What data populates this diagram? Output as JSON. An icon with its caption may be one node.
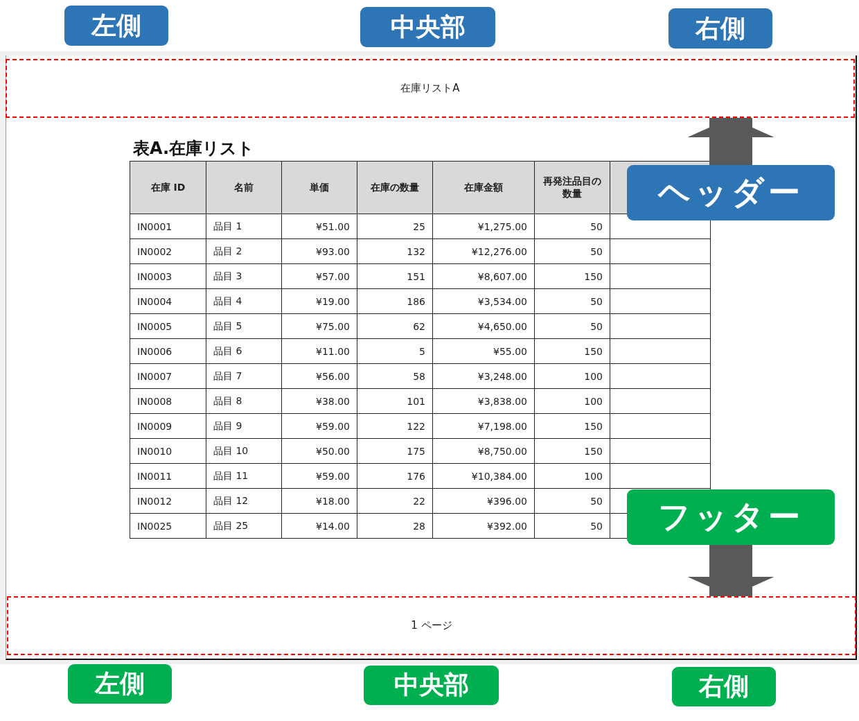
{
  "diagram": {
    "nodes": [
      {
        "text": [
          "左側"
        ]
      },
      {
        "text": [
          "中央部"
        ]
      },
      {
        "text": [
          "右側"
        ]
      },
      {
        "text": [
          "在庫リストA"
        ]
      },
      {
        "text": [
          "ヘッダー"
        ]
      },
      {
        "text": [
          "フッター"
        ]
      },
      {
        "text": [
          "1 ページ"
        ]
      },
      {
        "text": [
          "左側"
        ]
      },
      {
        "text": [
          "中央部"
        ]
      },
      {
        "text": [
          "右側"
        ]
      }
    ],
    "edges": [
      {
        "from": 4,
        "to": 3,
        "arrow": "to"
      },
      {
        "from": 5,
        "to": 6,
        "arrow": "to"
      }
    ],
    "labels": [
      "表A.在庫リスト",
      "在庫 ID",
      "名前",
      "単価",
      "在庫の数量",
      "在庫金額",
      "再発注品目の数量",
      "IN0001",
      "品目 1",
      "¥51.00",
      "25",
      "¥1,275.00",
      "50",
      "IN0002",
      "品目 2",
      "¥93.00",
      "132",
      "¥12,276.00",
      "50",
      "IN0003",
      "品目 3",
      "¥57.00",
      "151",
      "¥8,607.00",
      "150",
      "IN0004",
      "品目 4",
      "¥19.00",
      "186",
      "¥3,534.00",
      "50",
      "IN0005",
      "品目 5",
      "¥75.00",
      "62",
      "¥4,650.00",
      "50",
      "IN0006",
      "品目 6",
      "¥11.00",
      "5",
      "¥55.00",
      "150",
      "IN0007",
      "品目 7",
      "¥56.00",
      "58",
      "¥3,248.00",
      "100",
      "IN0008",
      "品目 8",
      "¥38.00",
      "101",
      "¥3,838.00",
      "100",
      "IN0009",
      "品目 9",
      "¥59.00",
      "122",
      "¥7,198.00",
      "150",
      "IN0010",
      "品目 10",
      "¥50.00",
      "175",
      "¥8,750.00",
      "150",
      "IN0011",
      "品目 11",
      "¥59.00",
      "176",
      "¥10,384.00",
      "100",
      "IN0012",
      "品目 12",
      "¥18.00",
      "22",
      "¥396.00",
      "50",
      "IN0025",
      "品目 25",
      "¥14.00",
      "28",
      "¥392.00",
      "50"
    ]
  }
}
